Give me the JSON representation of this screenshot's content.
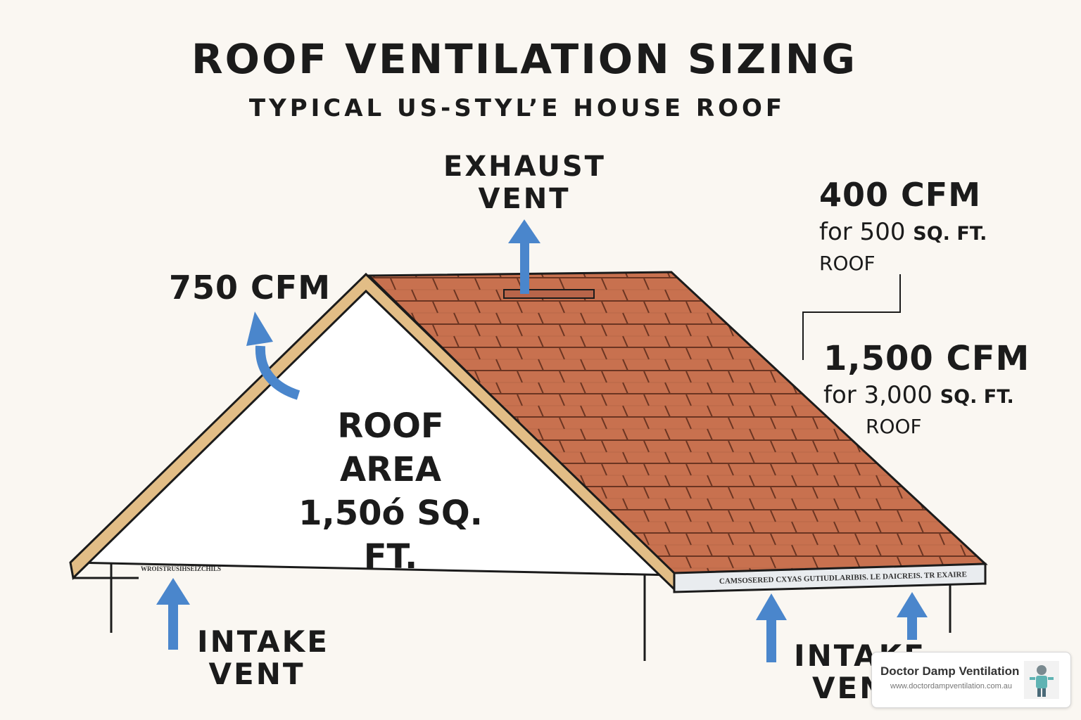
{
  "header": {
    "title": "ROOF VENTILATION SIZING",
    "subtitle": "TYPICAL US-STYL’E HOUSE ROOF"
  },
  "labels": {
    "exhaust_vent_line1": "EXHAUST",
    "exhaust_vent_line2": "VENT",
    "left_cfm": "750 CFM",
    "roof_area_line1": "ROOF",
    "roof_area_line2": "AREA",
    "roof_area_line3": "1,50ó SQ. FT.",
    "intake_left_line1": "INTAKE",
    "intake_left_line2": "VENT",
    "intake_right_line1": "INTAKE",
    "intake_right_line2": "VENT",
    "eave_text_left": "WROISTRUSIHSEIZCHILS",
    "eave_text_right": "CAMSOSERED CXYAS GUTIUDLARIBIS. LE DAICREIS. TR EXAIRE"
  },
  "callouts": [
    {
      "cfm": "400 CFM",
      "for_text": "for 500",
      "unit": "SQ. FT.",
      "roof": "ROOF"
    },
    {
      "cfm": "1,500 CFM",
      "for_text": "for 3,000",
      "unit": "SQ. FT.",
      "roof": "ROOF"
    }
  ],
  "badge": {
    "name": "Doctor Damp Ventilation",
    "url": "www.doctordampventilation.com.au"
  },
  "colors": {
    "shingle": "#c8714f",
    "shingle_line": "#6b3522",
    "fascia": "#e2bd86",
    "arrow": "#4a86cc",
    "outline": "#1b1b1b"
  }
}
